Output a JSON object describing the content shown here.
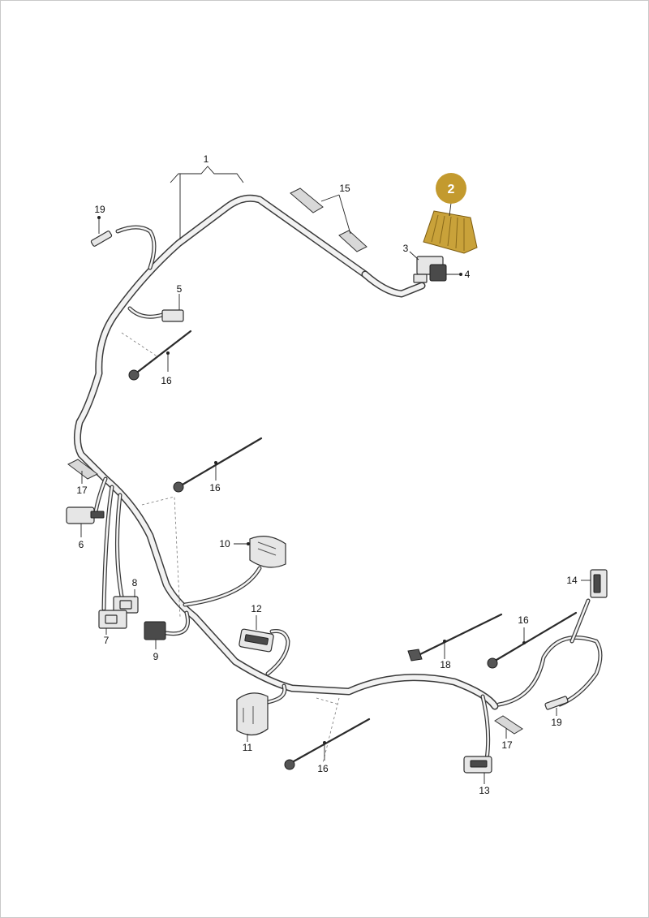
{
  "diagram": {
    "highlight_badge": "2",
    "labels": {
      "p1": "1",
      "p3": "3",
      "p4": "4",
      "p5": "5",
      "p6": "6",
      "p7": "7",
      "p8": "8",
      "p9": "9",
      "p10": "10",
      "p11": "11",
      "p12": "12",
      "p13": "13",
      "p14": "14",
      "p15": "15",
      "p16a": "16",
      "p16b": "16",
      "p16c": "16",
      "p16d": "16",
      "p17a": "17",
      "p17b": "17",
      "p18": "18",
      "p19a": "19",
      "p19b": "19"
    },
    "colors": {
      "highlight": "#c39a2e",
      "line": "#2e2e2e"
    }
  }
}
